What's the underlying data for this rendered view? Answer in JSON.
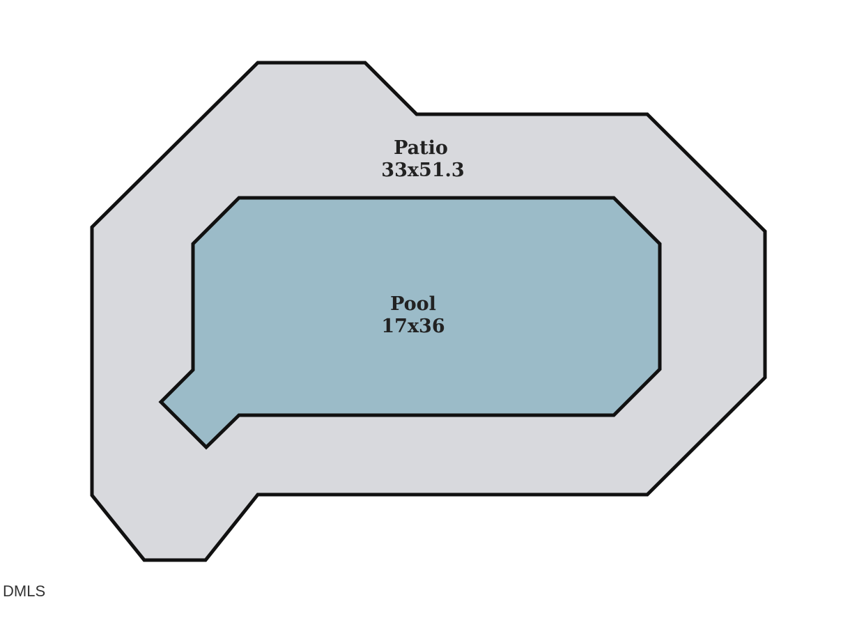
{
  "colors": {
    "patio_fill": "#d8d9dd",
    "pool_fill": "#9bbbc8",
    "outline": "#111111",
    "label": "#222222",
    "background": "#ffffff"
  },
  "patio": {
    "name": "Patio",
    "dimensions": "33x51.3"
  },
  "pool": {
    "name": "Pool",
    "dimensions": "17x36"
  },
  "watermark": {
    "text": "DMLS"
  }
}
